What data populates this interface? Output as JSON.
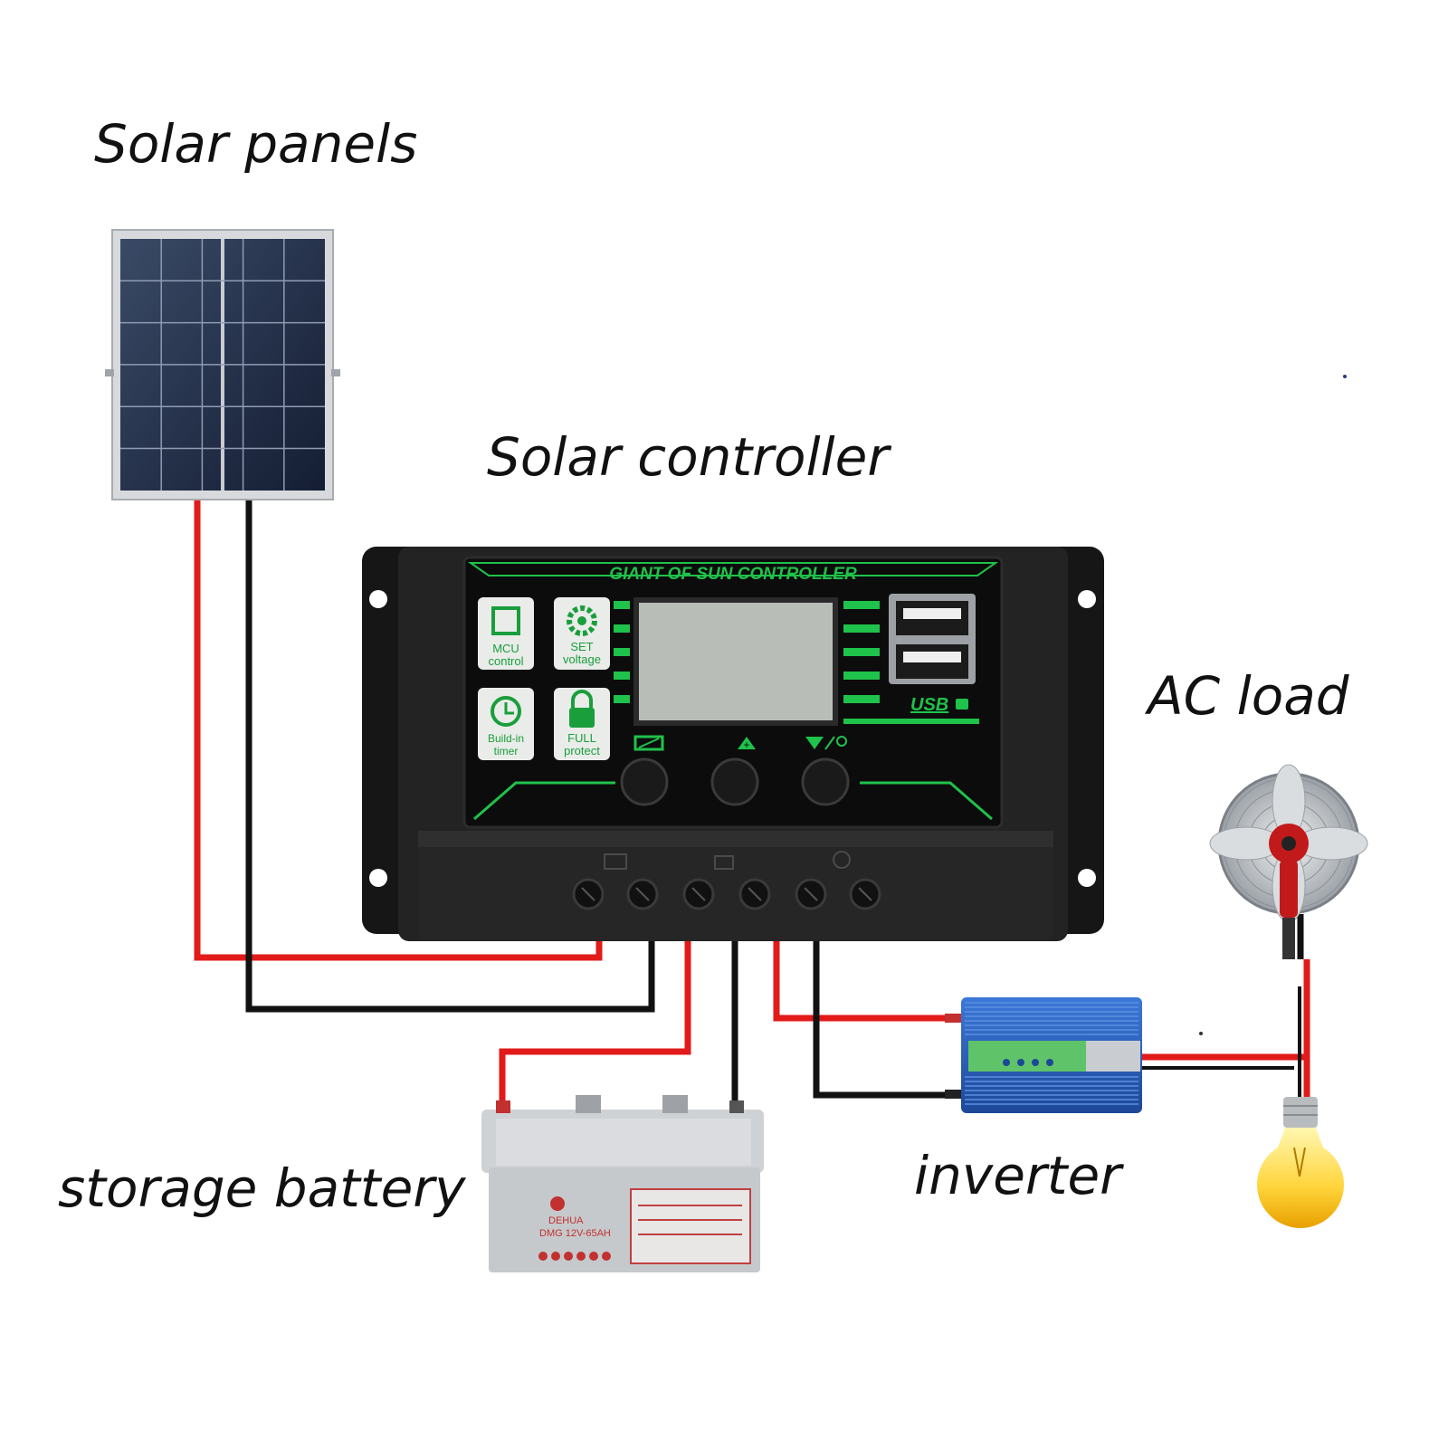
{
  "labels": {
    "solar_panels": "Solar panels",
    "solar_controller": "Solar controller",
    "ac_load": "AC load",
    "storage_battery": "storage battery",
    "inverter": "inverter"
  },
  "controller": {
    "header": "GIANT OF SUN CONTROLLER",
    "features": [
      {
        "line1": "MCU",
        "line2": "control"
      },
      {
        "line1": "SET",
        "line2": "voltage"
      },
      {
        "line1": "Build-in",
        "line2": "timer"
      },
      {
        "line1": "FULL",
        "line2": "protect"
      }
    ],
    "usb_label": "USB"
  },
  "battery": {
    "brand": "DEHUA",
    "model": "DMG 12V-65AH"
  },
  "colors": {
    "wire_positive": "#e21a1a",
    "wire_negative": "#111111",
    "controller_accent": "#1fc24a",
    "controller_body": "#1c1c1c",
    "inverter_body": "#2358b8"
  }
}
